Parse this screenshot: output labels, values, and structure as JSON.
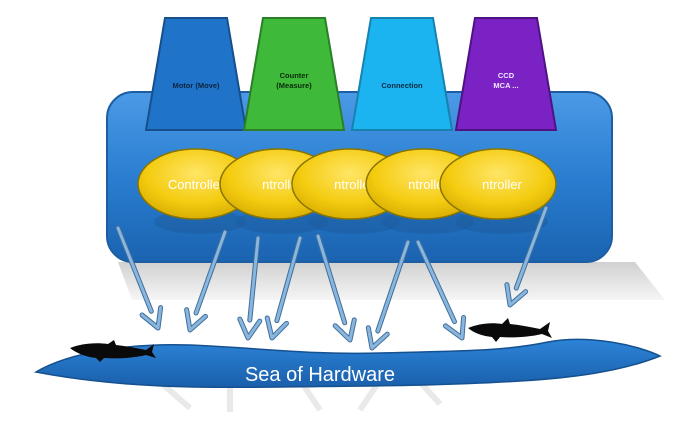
{
  "modules": [
    {
      "lines": [
        "Motor (Move)"
      ],
      "fill": "#1f74c9",
      "stroke": "#174f8c",
      "text_color": "#0d2340"
    },
    {
      "lines": [
        "Counter",
        "(Measure)"
      ],
      "fill": "#3fb93a",
      "stroke": "#2a7f27",
      "text_color": "#0c2a0c"
    },
    {
      "lines": [
        "Connection"
      ],
      "fill": "#1cb4f0",
      "stroke": "#1682b0",
      "text_color": "#0b2c44"
    },
    {
      "lines": [
        "CCD",
        "MCA ..."
      ],
      "fill": "#7b22c4",
      "stroke": "#4f1283",
      "text_color": "#f2eaff"
    }
  ],
  "controllers": [
    {
      "label": "Controller"
    },
    {
      "label": "ntroller"
    },
    {
      "label": "ntroller"
    },
    {
      "label": "ntroller"
    },
    {
      "label": "ntroller"
    }
  ],
  "sea": {
    "label": "Sea of Hardware"
  },
  "colors": {
    "box_fill": "#2a7ed1",
    "box_stroke": "#1d5ea3",
    "controller_fill": "#f2cc0c",
    "controller_stroke": "#8a7400",
    "controller_text": "#ffffff",
    "arrow": "#8ab6dd",
    "arrow_stroke": "#3f6f9c",
    "sea_fill": "#1f6fc2",
    "sea_text": "#ffffff",
    "shark": "#0a0a0a"
  },
  "icons": [
    "shark-icon"
  ]
}
